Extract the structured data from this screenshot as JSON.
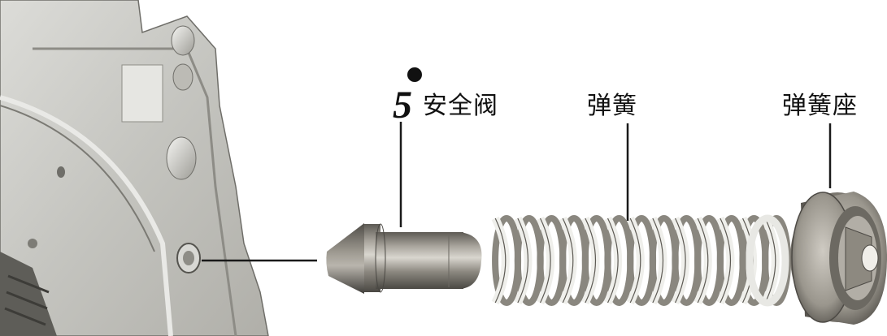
{
  "labels": {
    "valve": "安全阀",
    "spring": "弹簧",
    "spring_seat": "弹簧座"
  },
  "marker": {
    "letter": "5"
  },
  "colors": {
    "line": "#1a1a1a",
    "housing": "#c9c9c4",
    "metal_dark": "#6e6a63",
    "metal_light": "#d8d5cf",
    "spring": "#eeeeea",
    "spring_shadow": "#8a877f"
  }
}
